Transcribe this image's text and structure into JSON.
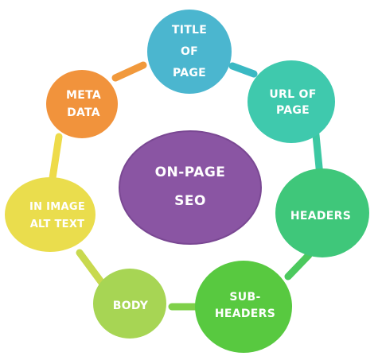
{
  "diagram": {
    "center": {
      "line1": "ON-PAGE",
      "line2": "SEO",
      "color": "#8a55a3"
    },
    "nodes": [
      {
        "key": "title",
        "lines": [
          "TITLE",
          "OF",
          "PAGE"
        ],
        "color": "#4bb6cf"
      },
      {
        "key": "url",
        "lines": [
          "URL OF",
          "PAGE"
        ],
        "color": "#3fc9ad"
      },
      {
        "key": "headers",
        "lines": [
          "HEADERS"
        ],
        "color": "#3fc77a"
      },
      {
        "key": "subheaders",
        "lines": [
          "SUB-",
          "HEADERS"
        ],
        "color": "#58c940"
      },
      {
        "key": "body",
        "lines": [
          "BODY"
        ],
        "color": "#a7d554"
      },
      {
        "key": "alt",
        "lines": [
          "IN IMAGE",
          "ALT TEXT"
        ],
        "color": "#eadd4d"
      },
      {
        "key": "meta",
        "lines": [
          "META",
          "DATA"
        ],
        "color": "#f1933c"
      }
    ]
  }
}
